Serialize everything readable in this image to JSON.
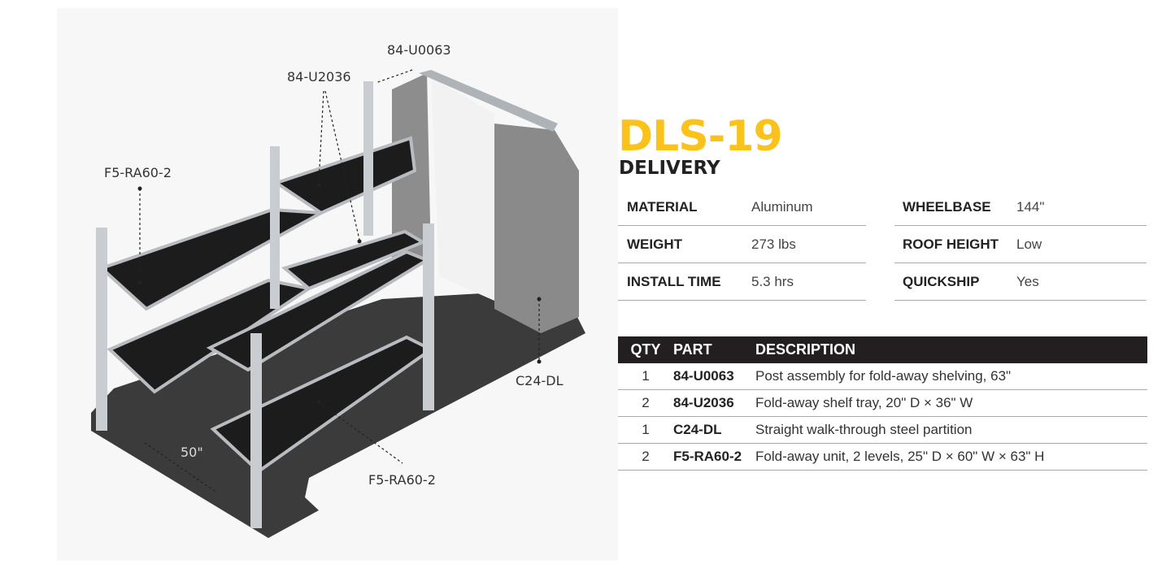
{
  "title": "DLS-19",
  "subtitle": "DELIVERY",
  "colors": {
    "accent": "#fbc21b",
    "header_bg": "#231f20"
  },
  "callouts": {
    "post": "84-U0063",
    "tray": "84-U2036",
    "unit_left": "F5-RA60-2",
    "partition": "C24-DL",
    "unit_front": "F5-RA60-2",
    "width": "50\""
  },
  "specs_left": [
    {
      "label": "MATERIAL",
      "value": "Aluminum"
    },
    {
      "label": "WEIGHT",
      "value": "273 lbs"
    },
    {
      "label": "INSTALL TIME",
      "value": "5.3 hrs"
    }
  ],
  "specs_right": [
    {
      "label": "WHEELBASE",
      "value": "144\""
    },
    {
      "label": "ROOF HEIGHT",
      "value": "Low"
    },
    {
      "label": "QUICKSHIP",
      "value": "Yes"
    }
  ],
  "parts": {
    "headers": {
      "qty": "QTY",
      "part": "PART",
      "description": "DESCRIPTION"
    },
    "rows": [
      {
        "qty": "1",
        "part": "84-U0063",
        "description": "Post assembly for fold-away shelving, 63\""
      },
      {
        "qty": "2",
        "part": "84-U2036",
        "description": "Fold-away shelf tray, 20\" D × 36\" W"
      },
      {
        "qty": "1",
        "part": "C24-DL",
        "description": "Straight walk-through steel partition"
      },
      {
        "qty": "2",
        "part": "F5-RA60-2",
        "description": "Fold-away unit, 2 levels, 25\" D × 60\" W × 63\" H"
      }
    ]
  }
}
